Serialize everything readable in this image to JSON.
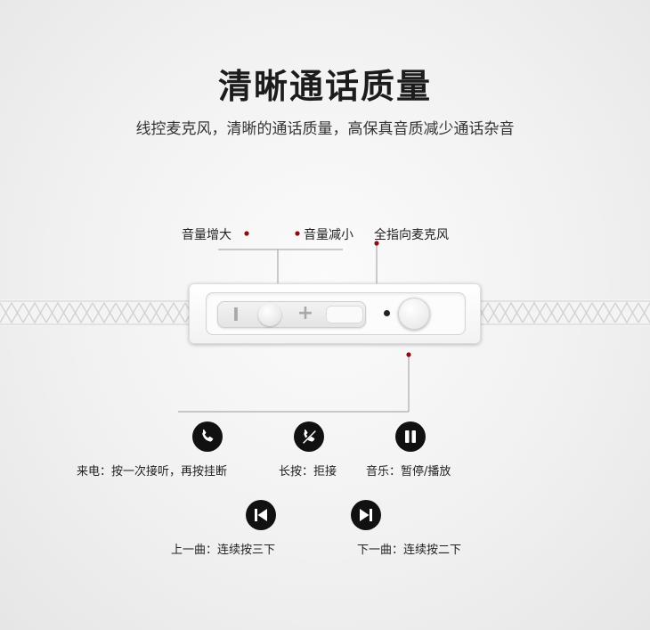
{
  "header": {
    "title": "清晰通话质量",
    "subtitle": "线控麦克风，清晰的通话质量，高保真音质减少通话杂音"
  },
  "remote": {
    "minus_symbol": "I",
    "plus_symbol": "+"
  },
  "callouts": {
    "vol_up": "音量增大",
    "vol_down": "音量减小",
    "mic": "全指向麦克风"
  },
  "functions": [
    {
      "icon": "phone-icon",
      "caption": "来电：按一次接听，再按挂断"
    },
    {
      "icon": "hang-up-icon",
      "caption": "长按：拒接"
    },
    {
      "icon": "pause-icon",
      "caption": "音乐：暂停/播放"
    },
    {
      "icon": "previous-track-icon",
      "caption": "上一曲：连续按三下"
    },
    {
      "icon": "next-track-icon",
      "caption": "下一曲：连续按二下"
    }
  ],
  "colors": {
    "callout_dot": "#8b0e0e",
    "icon_bg": "#111111"
  }
}
